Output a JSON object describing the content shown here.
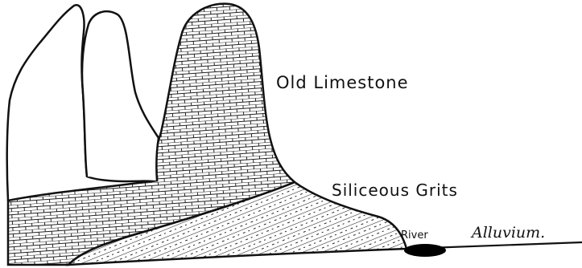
{
  "labels": {
    "old_limestone": "Old Limestone",
    "siliceous_grits": "Siliceous Grits",
    "river": "River",
    "alluvium": "Alluvium."
  },
  "colors": {
    "ink": "#111111",
    "background": "#ffffff",
    "river_fill": "#000000"
  }
}
